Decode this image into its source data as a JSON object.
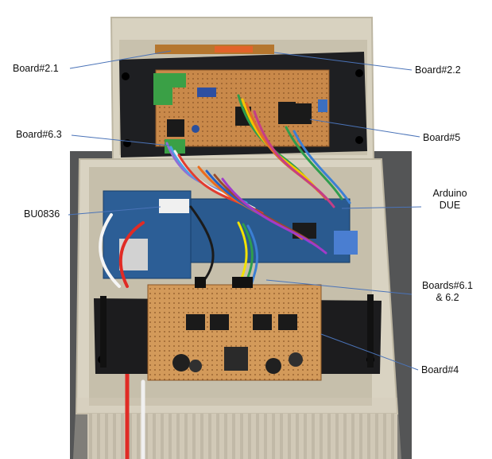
{
  "callouts": {
    "board_2_1": "Board#2.1",
    "board_2_2": "Board#2.2",
    "board_6_3": "Board#6.3",
    "board_5": "Board#5",
    "bu0836": "BU0836",
    "arduino_line1": "Arduino",
    "arduino_line2": "DUE",
    "boards_6_1_line1": "Boards#6.1",
    "boards_6_1_line2": "& 6.2",
    "board_4": "Board#4"
  },
  "colors": {
    "callout_line": "#4a73b8",
    "enclosure": "#d9d3c2",
    "perfboard": "#c98a4a",
    "black_panel": "#1c1c1e"
  }
}
